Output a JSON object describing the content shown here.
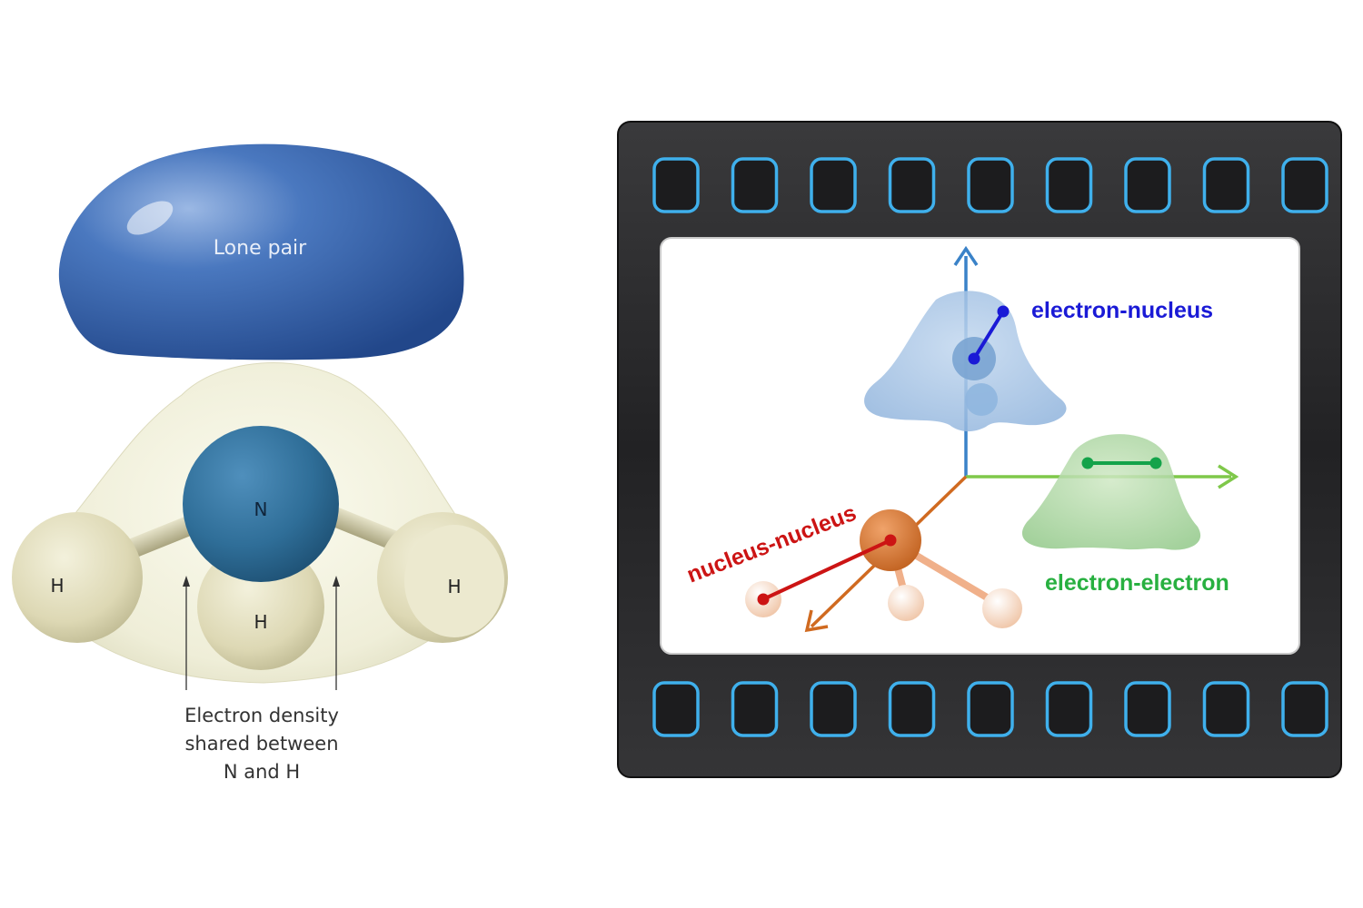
{
  "left_panel": {
    "lone_pair_label": "Lone pair",
    "central_atom_label": "N",
    "h_left_label": "H",
    "h_front_label": "H",
    "h_right_label": "H",
    "caption_lines": [
      "Electron density",
      "shared between",
      "N and H"
    ],
    "colors": {
      "lone_pair": "#3f6db0",
      "shared_density": "#efeed6",
      "nitrogen": "#2f6e98",
      "hydrogen": "#ddd8b4",
      "text": "#333333"
    }
  },
  "right_panel": {
    "labels": {
      "electron_nucleus": "electron-nucleus",
      "electron_electron": "electron-electron",
      "nucleus_nucleus": "nucleus-nucleus"
    },
    "colors": {
      "filmstrip": "#2a2a2c",
      "perforation_glow": "#3fb0ec",
      "screen": "#ffffff",
      "electron_nucleus": "#1a1ad6",
      "electron_electron": "#28b040",
      "nucleus_nucleus": "#cc1414",
      "axis_up": "#3a82c8",
      "axis_right": "#7fc84a",
      "axis_diag": "#d06a20"
    }
  }
}
